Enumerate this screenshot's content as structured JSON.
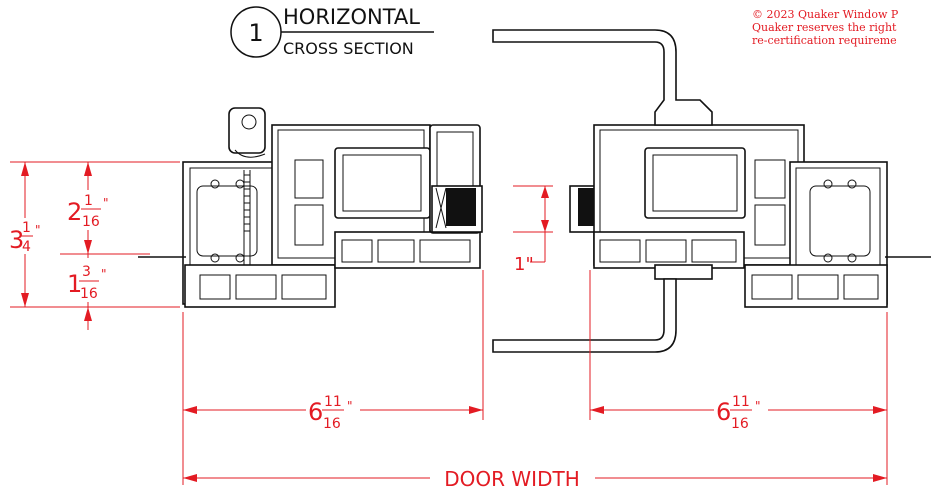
{
  "title": {
    "number": "1",
    "line1": "HORIZONTAL",
    "line2": "CROSS SECTION"
  },
  "copyright": {
    "line1": "© 2023 Quaker Window P",
    "line2": "Quaker reserves the right",
    "line3": "re-certification requireme"
  },
  "dimensions": {
    "overall_height": {
      "whole": "3",
      "num": "1",
      "den": "4",
      "unit": "\""
    },
    "upper_height": {
      "whole": "2",
      "num": "1",
      "den": "16",
      "unit": "\""
    },
    "lower_height": {
      "whole": "1",
      "num": "3",
      "den": "16",
      "unit": "\""
    },
    "glass_gap": "1\"",
    "left_width": {
      "whole": "6",
      "num": "11",
      "den": "16",
      "unit": "\""
    },
    "right_width": {
      "whole": "6",
      "num": "11",
      "den": "16",
      "unit": "\""
    },
    "door_width": "DOOR WIDTH"
  },
  "colors": {
    "dimension": "#e31b23",
    "outline": "#111111"
  }
}
